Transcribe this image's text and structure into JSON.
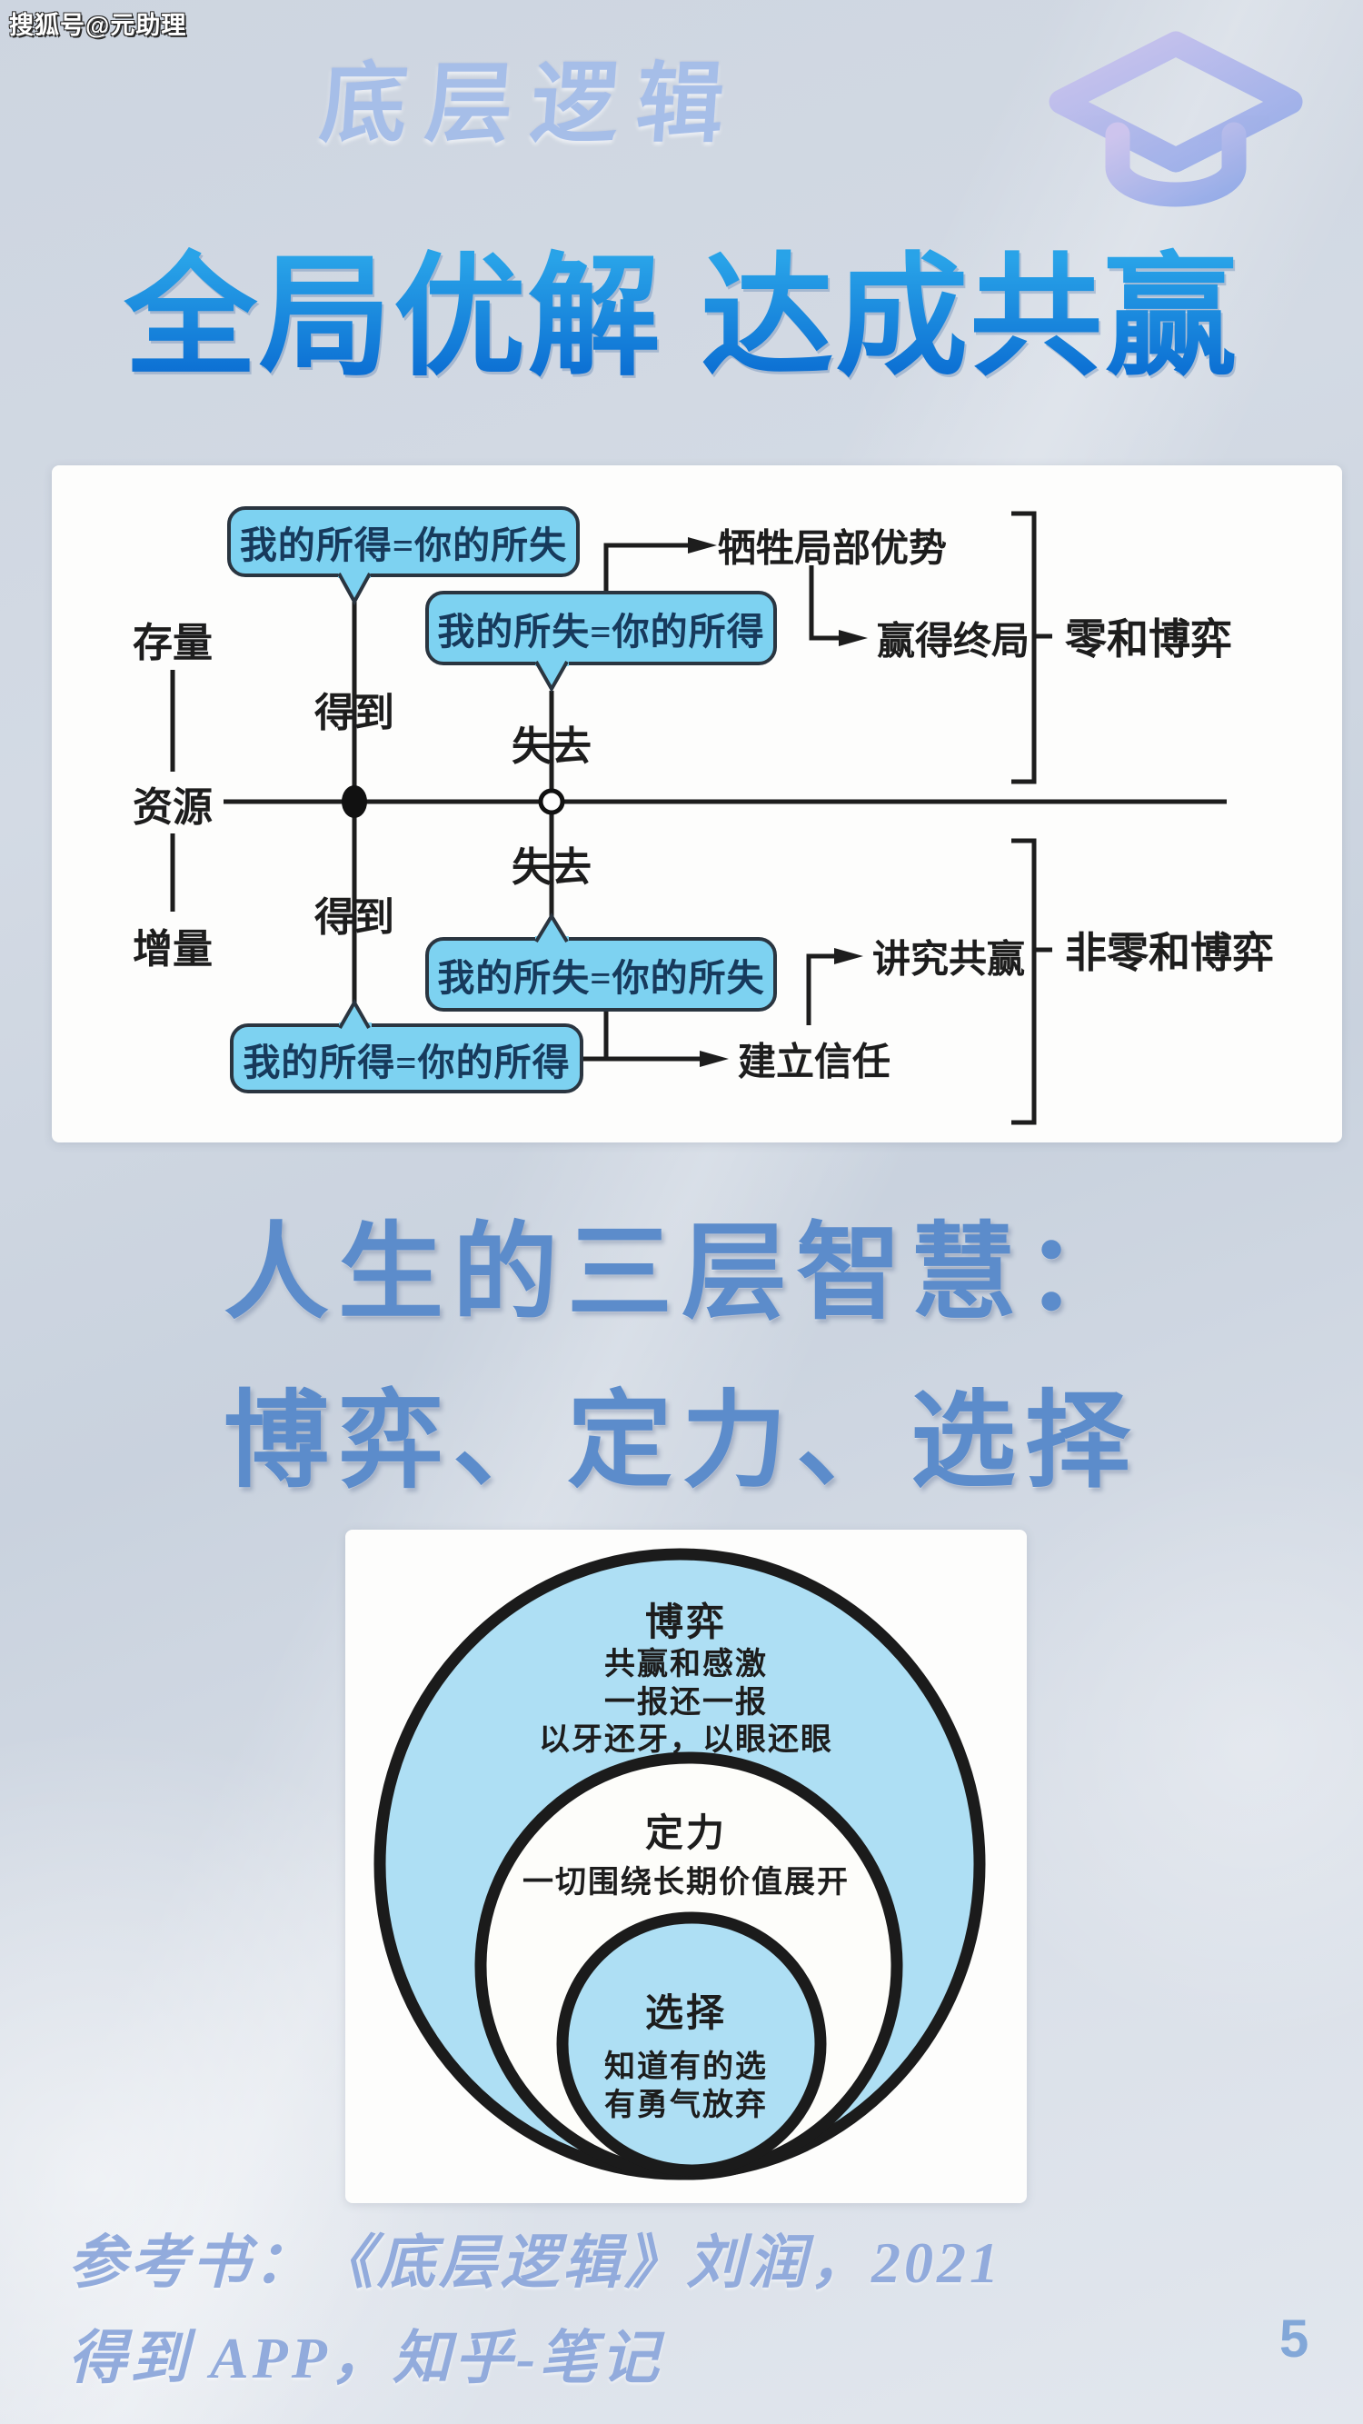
{
  "watermark": "搜狐号@元助理",
  "header": {
    "script_title": "底层逻辑",
    "main_title": "全局优解 达成共赢",
    "cap_icon": "graduation-cap-icon"
  },
  "flowchart": {
    "row_top_label": "存量",
    "axis_label": "资源",
    "row_bottom_label": "增量",
    "gain_top": "得到",
    "lose_top": "失去",
    "lose_bottom": "失去",
    "gain_bottom": "得到",
    "bubble_my_gain_your_loss": "我的所得=你的所失",
    "bubble_my_loss_your_gain": "我的所失=你的所得",
    "bubble_my_loss_your_loss": "我的所失=你的所失",
    "bubble_my_gain_your_gain": "我的所得=你的所得",
    "outcome_sacrifice_local": "牺牲局部优势",
    "outcome_win_endgame": "赢得终局",
    "group_zero_sum": "零和博弈",
    "outcome_pursue_win_win": "讲究共赢",
    "outcome_build_trust": "建立信任",
    "group_non_zero_sum": "非零和博弈"
  },
  "section2": {
    "line1": "人生的三层智慧：",
    "line2": "博弈、定力、选择"
  },
  "circles": {
    "outer": {
      "title": "博弈",
      "lines": [
        "共赢和感激",
        "一报还一报",
        "以牙还牙，以眼还眼"
      ]
    },
    "middle": {
      "title": "定力",
      "lines": [
        "一切围绕长期价值展开"
      ]
    },
    "inner": {
      "title": "选择",
      "lines": [
        "知道有的选",
        "有勇气放弃"
      ]
    }
  },
  "footer": {
    "ref_line1": "参考书：《底层逻辑》刘润，2021",
    "ref_line2": "得到 APP，知乎-笔记",
    "page_number": "5"
  },
  "colors": {
    "title_blue_start": "#29a3e8",
    "title_blue_end": "#0c6fd3",
    "script_blue": "#a6bee8",
    "section_blue": "#5c8ccb",
    "bubble_fill": "#7dd2f1",
    "bubble_text": "#173a5c",
    "circle_fill": "#aedff4",
    "ink": "#1d1d1d",
    "footer_blue": "#92abdc"
  }
}
